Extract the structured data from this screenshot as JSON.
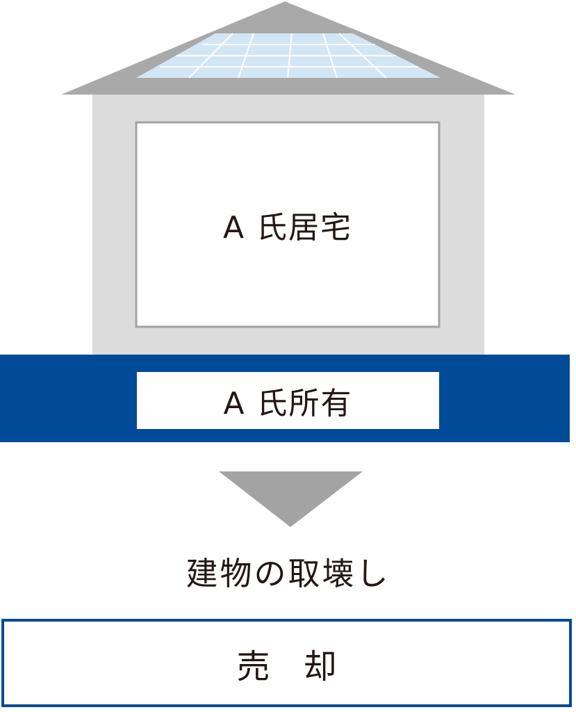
{
  "house": {
    "residence_label": "A 氏居宅",
    "land_label": "A 氏所有"
  },
  "process": {
    "step_label": "建物の取壊し",
    "result_label": "売　却"
  },
  "colors": {
    "roof": "#a9a9a9",
    "wall": "#dcdcdc",
    "solar_panel": "#d3e6f6",
    "land_bar": "#004a98",
    "arrow": "#a3a3a3",
    "text": "#231815"
  }
}
